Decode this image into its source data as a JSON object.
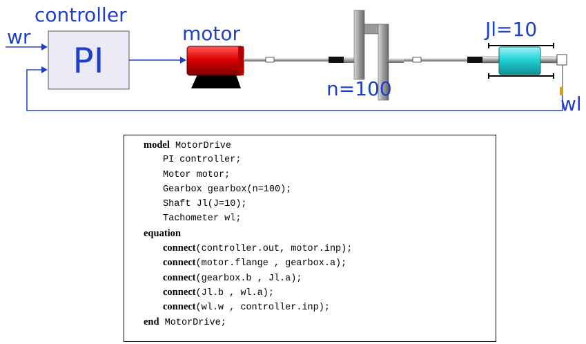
{
  "diagram": {
    "labels": {
      "controller": "controller",
      "pi": "PI",
      "input": "wr",
      "motor": "motor",
      "gearbox": "n=100",
      "inertia": "Jl=10",
      "sensor": "wl"
    },
    "colors": {
      "wire": "#1f3fc8",
      "controller_fill": "#eceaf6",
      "motor_body": "#e00000",
      "inertia_body": "#22d3d6",
      "label_blue": "#1f3fc8"
    }
  },
  "code": {
    "lines": [
      {
        "kw": "model",
        "text": " MotorDrive",
        "indent": false
      },
      {
        "kw": "",
        "text": "PI controller;",
        "indent": true
      },
      {
        "kw": "",
        "text": "Motor motor;",
        "indent": true
      },
      {
        "kw": "",
        "text": "Gearbox gearbox(n=100);",
        "indent": true
      },
      {
        "kw": "",
        "text": "Shaft Jl(J=10);",
        "indent": true
      },
      {
        "kw": "",
        "text": "Tachometer wl;",
        "indent": true
      },
      {
        "kw": "equation",
        "text": "",
        "indent": false
      },
      {
        "kw": "connect",
        "text": "(controller.out, motor.inp);",
        "indent": true
      },
      {
        "kw": "connect",
        "text": "(motor.flange , gearbox.a);",
        "indent": true
      },
      {
        "kw": "connect",
        "text": "(gearbox.b , Jl.a);",
        "indent": true
      },
      {
        "kw": "connect",
        "text": "(Jl.b , wl.a);",
        "indent": true
      },
      {
        "kw": "connect",
        "text": "(wl.w , controller.inp);",
        "indent": true
      },
      {
        "kw": "end",
        "text": " MotorDrive;",
        "indent": false
      }
    ]
  }
}
